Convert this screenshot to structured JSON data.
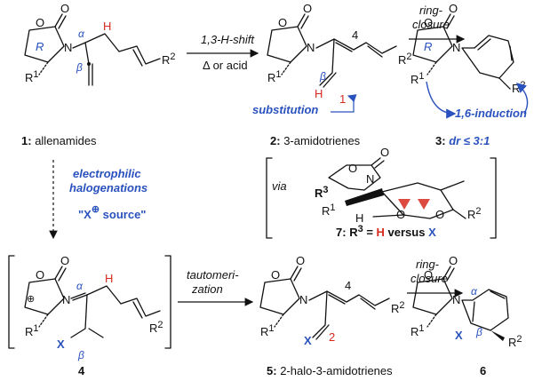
{
  "compounds": {
    "c1": {
      "number": "1:",
      "name": "allenamides"
    },
    "c2": {
      "number": "2:",
      "name": "3-amidotrienes"
    },
    "c3": {
      "number": "3:",
      "dr": "dr ≤ 3:1"
    },
    "c4": {
      "number": "4"
    },
    "c5": {
      "number": "5:",
      "name": "2-halo-3-amidotrienes"
    },
    "c6": {
      "number": "6"
    },
    "c7": {
      "number": "7:",
      "r3": "R",
      "r3sup": "3",
      "eq": " = ",
      "h": "H",
      "versus": " versus ",
      "x": "X"
    }
  },
  "arrows": {
    "a1": {
      "top": "1,3-H-shift",
      "bottom": "Δ or acid"
    },
    "a2": {
      "top1": "ring-",
      "top2": "closure"
    },
    "a3": {
      "top1": "tautomeri-",
      "top2": "zation"
    },
    "a4": {
      "top1": "ring-",
      "top2": "closure"
    },
    "down": {
      "l1": "electrophilic",
      "l2": "halogenations",
      "l3": "\"X",
      "l3b": " source\""
    }
  },
  "annotations": {
    "substitution": "substitution",
    "induction": "1,6-induction",
    "via": "via"
  },
  "atoms": {
    "O": "O",
    "N": "N",
    "H": "H",
    "X": "X",
    "R": "R",
    "R1": "R",
    "R1sup": "1",
    "R2": "R",
    "R2sup": "2",
    "alpha": "α",
    "beta": "β",
    "n1": "1",
    "n2": "2",
    "n4": "4",
    "plus": "⊕"
  }
}
